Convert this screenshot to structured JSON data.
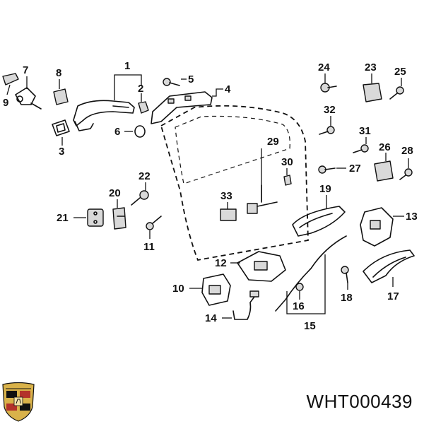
{
  "callouts": {
    "c1": "1",
    "c2": "2",
    "c3": "3",
    "c4": "4",
    "c5": "5",
    "c6": "6",
    "c7": "7",
    "c8": "8",
    "c9": "9",
    "c10": "10",
    "c11": "11",
    "c12": "12",
    "c13": "13",
    "c14": "14",
    "c15": "15",
    "c16": "16",
    "c17": "17",
    "c18": "18",
    "c19": "19",
    "c20": "20",
    "c21": "21",
    "c22": "22",
    "c23": "23",
    "c24": "24",
    "c25": "25",
    "c26": "26",
    "c27": "27",
    "c28": "28",
    "c29": "29",
    "c30": "30",
    "c31": "31",
    "c32": "32",
    "c33": "33"
  },
  "part_number": "WHT000439",
  "logo": {
    "name": "porsche-crest",
    "colors": {
      "gold": "#d9b24a",
      "red": "#b3322b",
      "black": "#111111"
    }
  }
}
